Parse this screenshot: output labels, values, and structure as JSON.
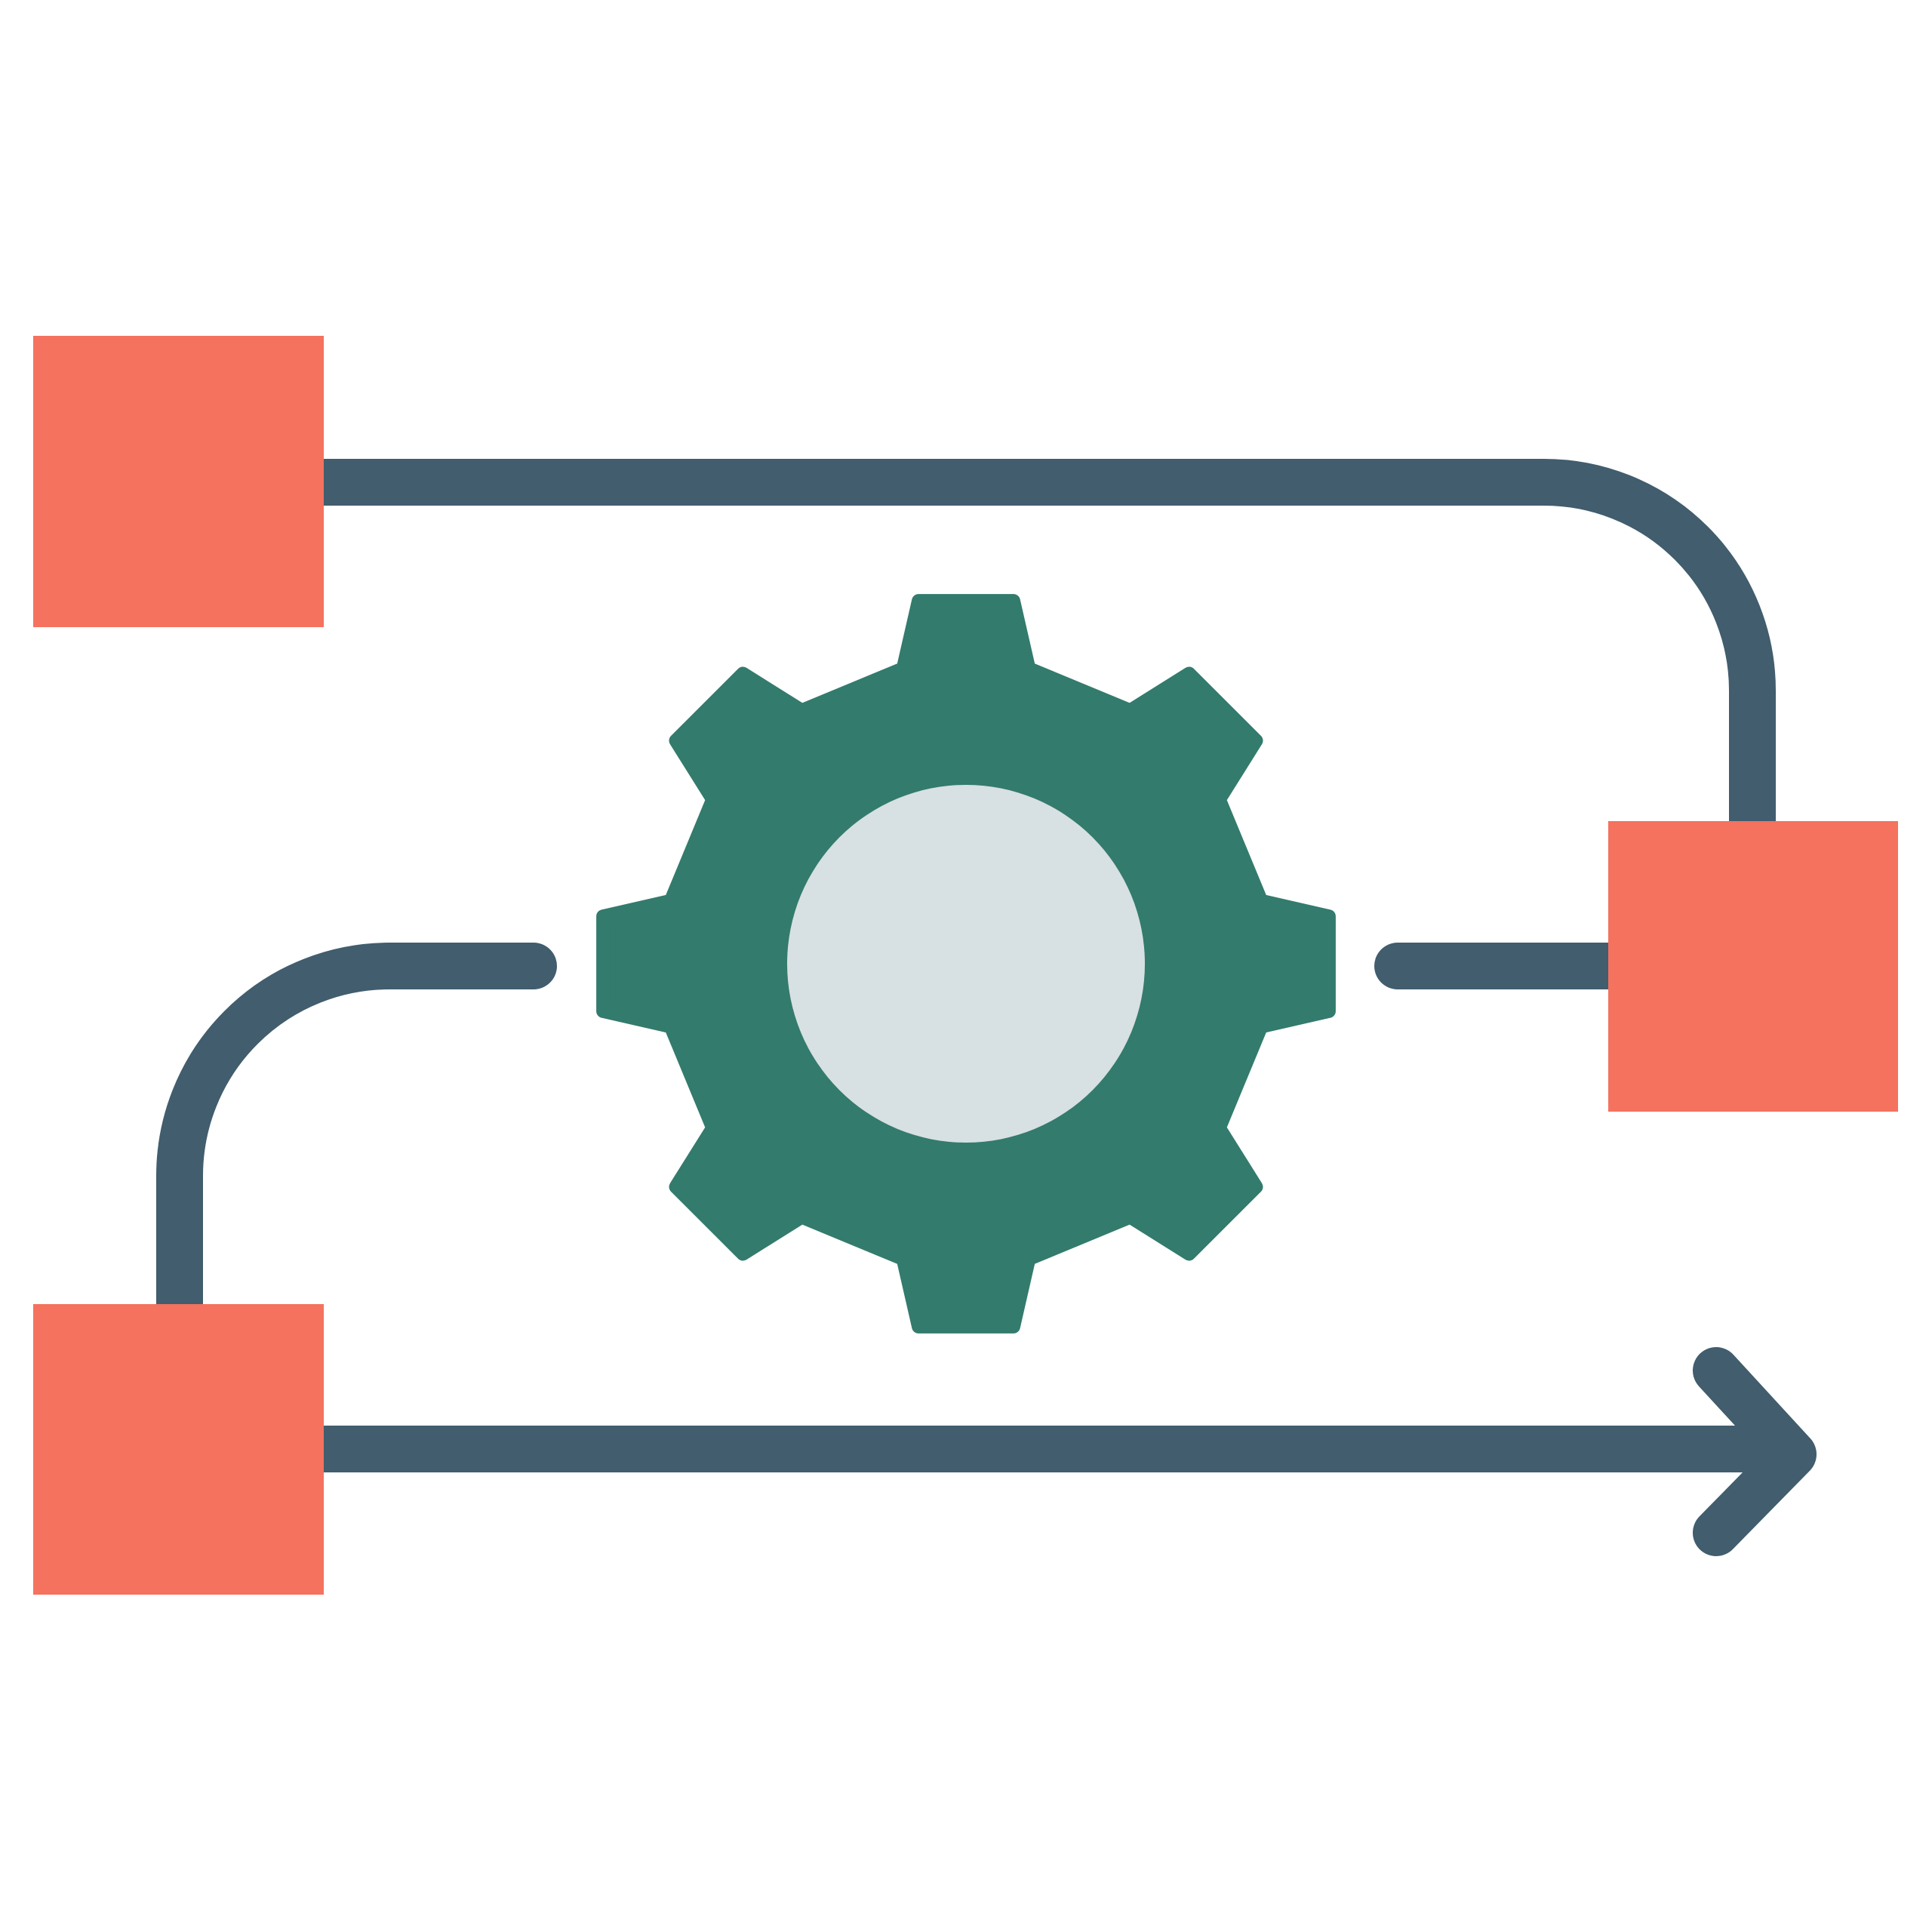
{
  "diagram": {
    "nodes": [
      {
        "id": "box-top-left",
        "shape": "square"
      },
      {
        "id": "box-right",
        "shape": "square"
      },
      {
        "id": "box-bottom-left",
        "shape": "square"
      },
      {
        "id": "gear",
        "shape": "gear-icon"
      }
    ],
    "connectors": [
      {
        "from": "box-top-left",
        "to": "box-right",
        "style": "rounded-elbow"
      },
      {
        "from": "gear",
        "to": "box-right",
        "style": "straight"
      },
      {
        "from": "gear",
        "to": "box-bottom-left",
        "style": "rounded-elbow"
      },
      {
        "from": "box-bottom-left",
        "to": "end",
        "style": "arrow"
      }
    ]
  },
  "colors": {
    "background": "#ffffff",
    "box": "#f4725e",
    "line": "#415d6e",
    "gear": "#337b6d",
    "gear_center": "#d7e0e2"
  }
}
